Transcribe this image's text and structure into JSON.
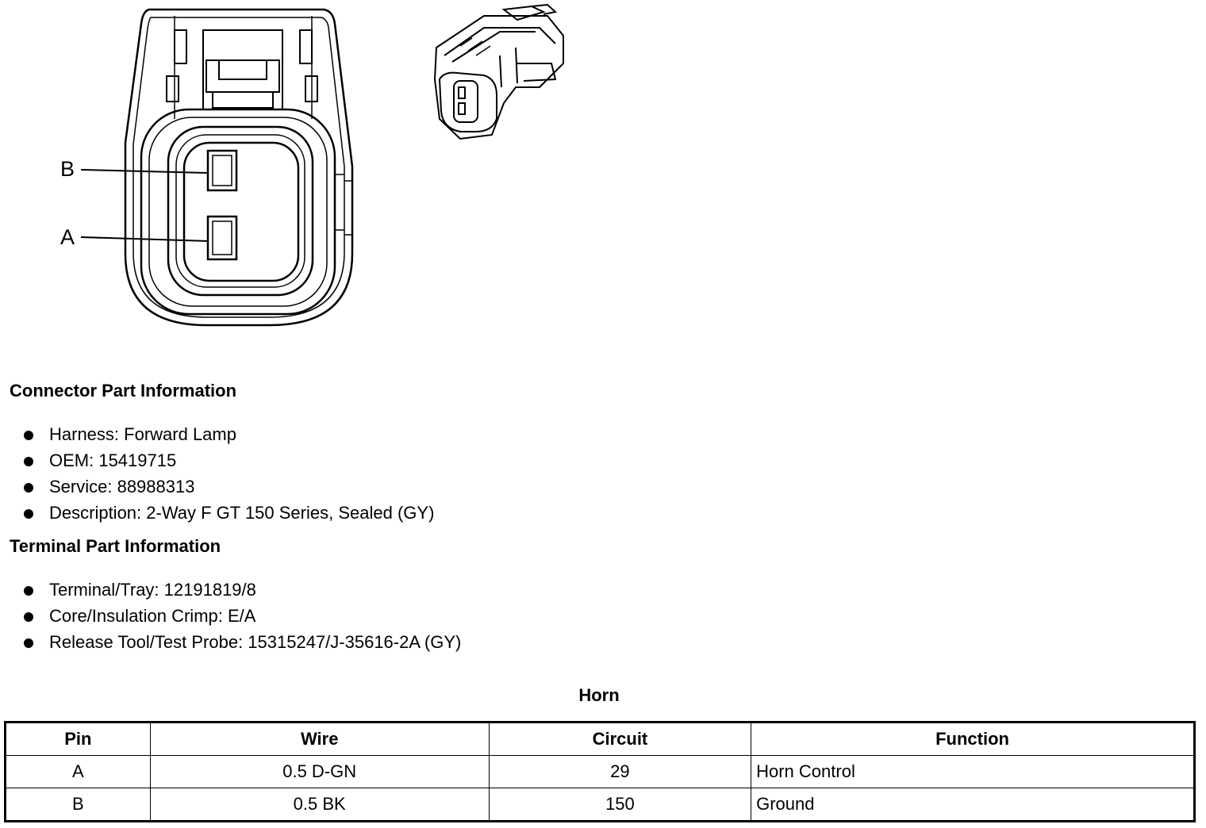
{
  "connector_view": {
    "pin_labels": [
      "B",
      "A"
    ]
  },
  "connector_info": {
    "title": "Connector Part Information",
    "items": [
      "Harness: Forward Lamp",
      "OEM: 15419715",
      "Service: 88988313",
      "Description: 2-Way F GT 150 Series, Sealed (GY)"
    ]
  },
  "terminal_info": {
    "title": "Terminal Part Information",
    "items": [
      "Terminal/Tray: 12191819/8",
      "Core/Insulation Crimp: E/A",
      "Release Tool/Test Probe: 15315247/J-35616-2A (GY)"
    ]
  },
  "table": {
    "title": "Horn",
    "headers": [
      "Pin",
      "Wire",
      "Circuit",
      "Function"
    ],
    "rows": [
      [
        "A",
        "0.5 D-GN",
        "29",
        "Horn Control"
      ],
      [
        "B",
        "0.5 BK",
        "150",
        "Ground"
      ]
    ]
  }
}
